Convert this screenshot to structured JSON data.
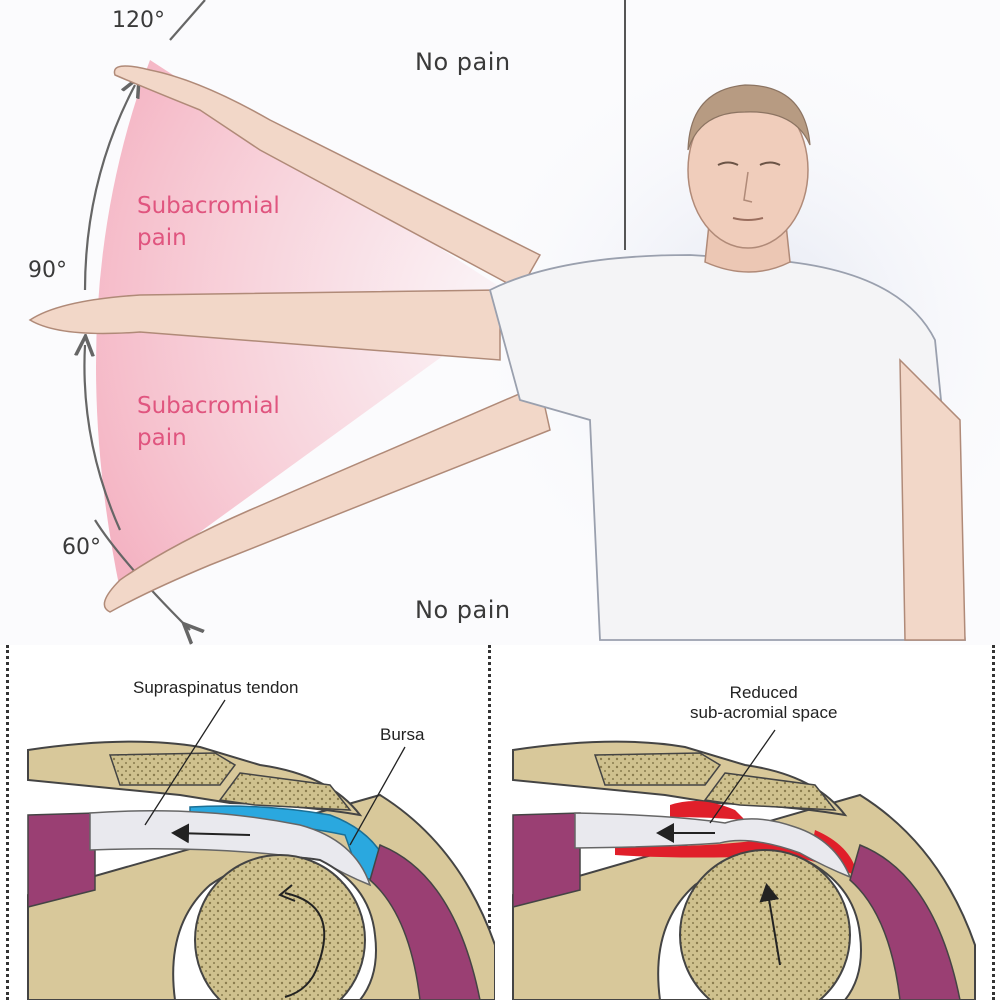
{
  "top": {
    "angles": {
      "a120": "120°",
      "a90": "90°",
      "a60": "60°"
    },
    "no_pain_upper": "No pain",
    "no_pain_lower": "No pain",
    "pain_upper": [
      "Subacromial",
      "pain"
    ],
    "pain_lower": [
      "Subacromial",
      "pain"
    ]
  },
  "bottom_left": {
    "label_tendon": "Supraspinatus tendon",
    "label_bursa": "Bursa"
  },
  "bottom_right": {
    "label_space": [
      "Reduced",
      "sub-acromial space"
    ]
  },
  "colors": {
    "pain_text": "#e0557f",
    "pain_zone": "#f6b7c4",
    "bursa": "#2aa8df",
    "inflamed": "#e01f2a",
    "bone": "#d8c89a",
    "muscle": "#9a3f73"
  }
}
